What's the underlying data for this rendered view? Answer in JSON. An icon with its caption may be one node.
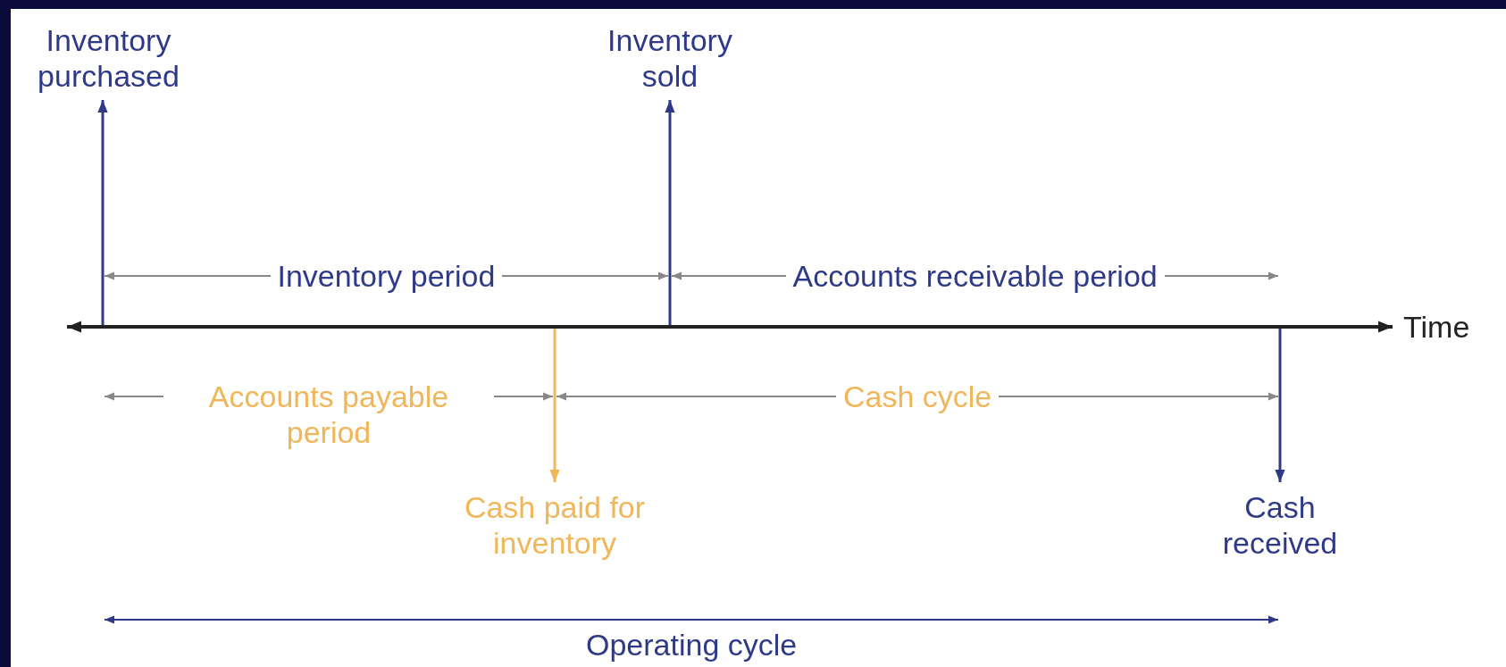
{
  "diagram": {
    "nodes": [
      {
        "text": [
          "Inventory purchased"
        ]
      },
      {
        "text": [
          "Inventory sold"
        ]
      },
      {
        "text": [
          "Cash paid for inventory"
        ]
      },
      {
        "text": [
          "Cash received"
        ]
      }
    ],
    "edges": [
      {
        "from": null,
        "to": 0,
        "arrow": "to"
      },
      {
        "from": null,
        "to": 1,
        "arrow": "to"
      },
      {
        "from": null,
        "to": 2,
        "arrow": "to",
        "color": "#f0b65a"
      },
      {
        "from": null,
        "to": 3,
        "arrow": "to"
      }
    ],
    "labels": [
      "Inventory period",
      "Accounts receivable period",
      "Time",
      "Accounts payable period",
      "Cash cycle",
      "Operating cycle"
    ]
  }
}
